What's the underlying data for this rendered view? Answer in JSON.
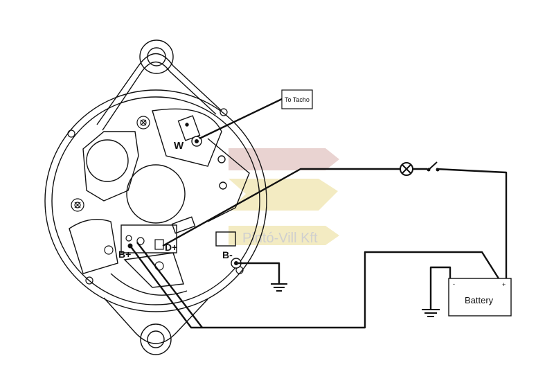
{
  "diagram": {
    "terminals": {
      "w_label": "W",
      "b_plus_label": "B+",
      "b_minus_label": "B-",
      "d_plus_label": "D+"
    },
    "tacho_box_label": "To Tacho",
    "battery": {
      "label": "Battery",
      "negative_sign": "-",
      "positive_sign": "+"
    },
    "watermark": "Pintó-Vill Kft",
    "colors": {
      "line": "#111111",
      "logo_red": "#e8d2d0",
      "logo_yellow": "#f4ecc0",
      "watermark_gray": "#cfcfcf"
    },
    "icons": [
      "lamp-icon",
      "switch-icon",
      "ground-icon"
    ]
  }
}
